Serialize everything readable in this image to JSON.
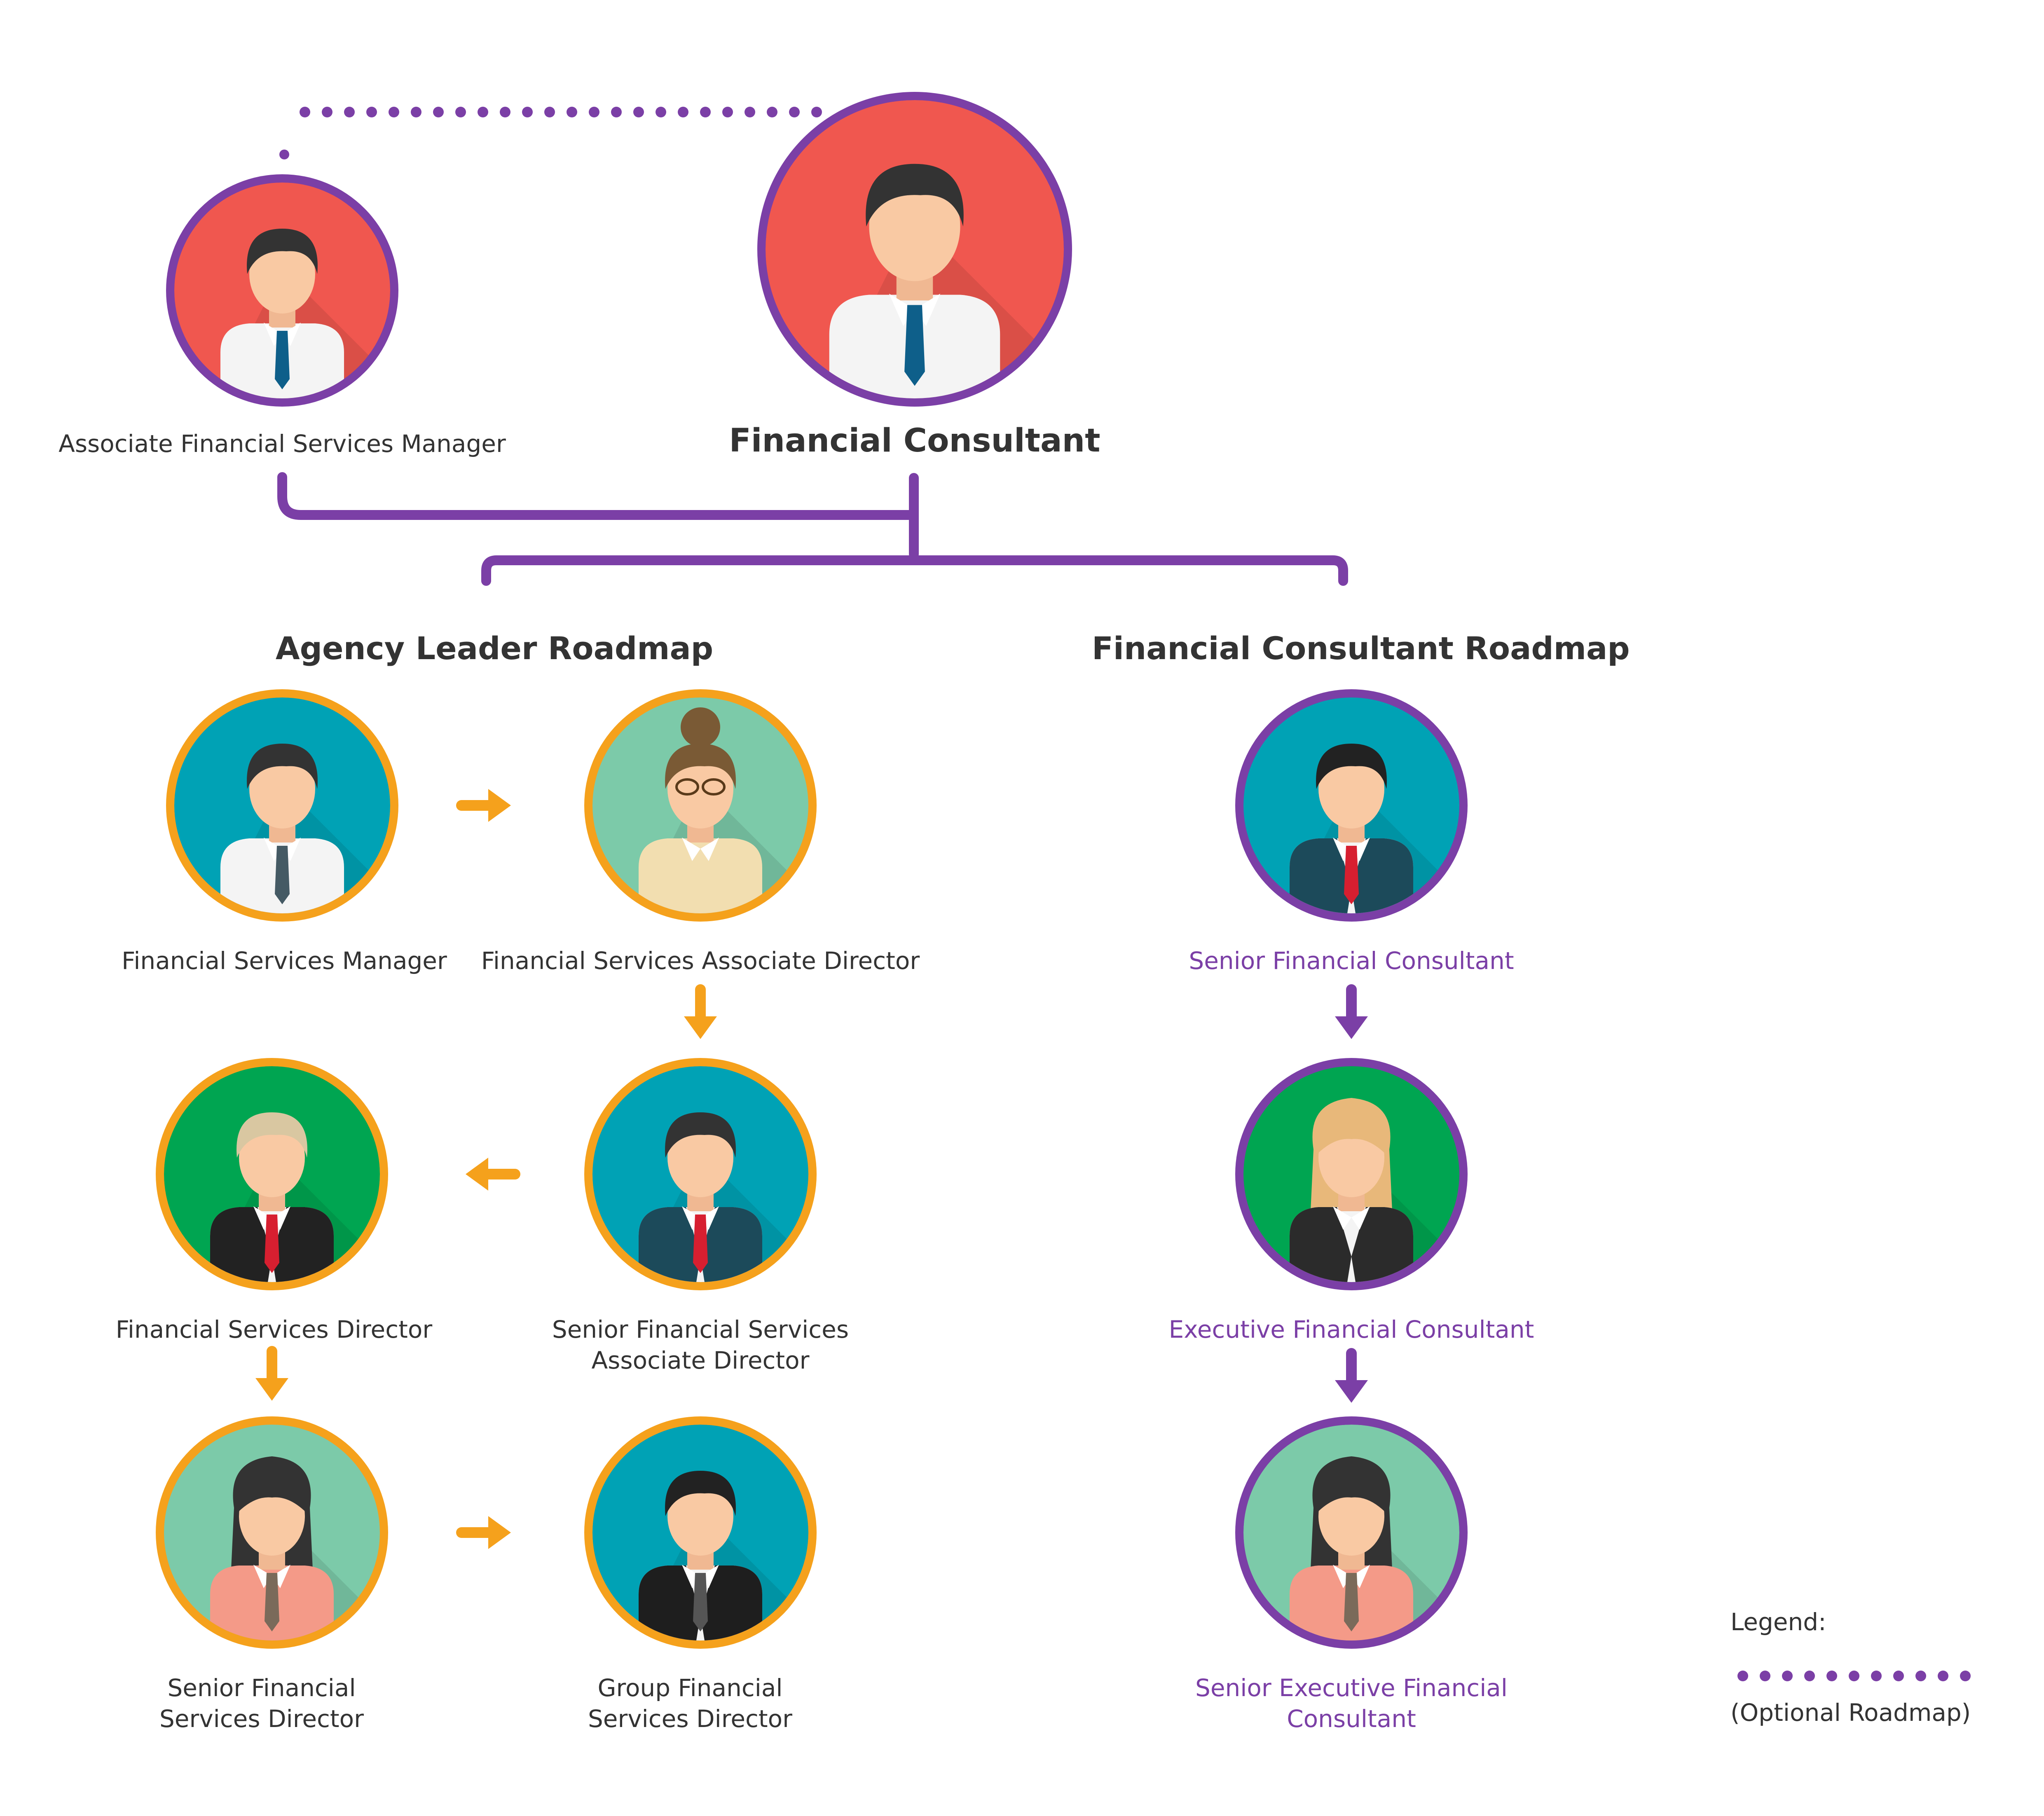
{
  "colors": {
    "purple": "#7b3fa6",
    "orange": "#f5a11c",
    "red_bg": "#f0574f",
    "teal_bg": "#00a2b5",
    "mint_bg": "#7ccaa9",
    "green_bg": "#00a551"
  },
  "top": {
    "associate": {
      "label": "Associate Financial Services Manager",
      "icon": "male-employee-icon"
    },
    "consultant": {
      "label": "Financial Consultant",
      "icon": "male-employee-icon"
    }
  },
  "agency": {
    "heading": "Agency Leader Roadmap",
    "nodes": [
      {
        "id": "fsm",
        "lines": [
          "Financial Services Manager"
        ]
      },
      {
        "id": "fsad",
        "lines": [
          "Financial Services Associate Director"
        ]
      },
      {
        "id": "sfsad",
        "lines": [
          "Senior Financial Services",
          "Associate Director"
        ]
      },
      {
        "id": "fsd",
        "lines": [
          "Financial Services Director"
        ]
      },
      {
        "id": "sfsd",
        "lines": [
          "Senior Financial",
          "Services Director"
        ]
      },
      {
        "id": "gfsd",
        "lines": [
          "Group Financial",
          "Services Director"
        ]
      }
    ]
  },
  "consultant_track": {
    "heading": "Financial Consultant Roadmap",
    "nodes": [
      {
        "id": "sfc",
        "lines": [
          "Senior Financial Consultant"
        ]
      },
      {
        "id": "efc",
        "lines": [
          "Executive Financial Consultant"
        ]
      },
      {
        "id": "sefc",
        "lines": [
          "Senior Executive Financial",
          "Consultant"
        ]
      }
    ]
  },
  "legend": {
    "title": "Legend:",
    "optional_label": "(Optional Roadmap)"
  }
}
